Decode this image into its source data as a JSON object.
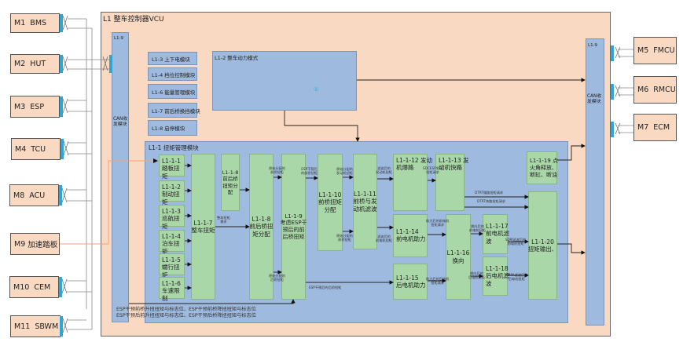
{
  "external_modules": {
    "left": [
      {
        "id": "M1",
        "name": "BMS"
      },
      {
        "id": "M2",
        "name": "HUT"
      },
      {
        "id": "M3",
        "name": "ESP"
      },
      {
        "id": "M4",
        "name": "TCU"
      },
      {
        "id": "M8",
        "name": "ACU"
      },
      {
        "id": "M9",
        "name": "加速踏板"
      },
      {
        "id": "M10",
        "name": "CEM"
      },
      {
        "id": "M11",
        "name": "SBWM"
      }
    ],
    "right": [
      {
        "id": "M5",
        "name": "FMCU"
      },
      {
        "id": "M6",
        "name": "RMCU"
      },
      {
        "id": "M7",
        "name": "ECM"
      }
    ]
  },
  "vcu": {
    "title": "L1   整车控制器VCU",
    "can_left": {
      "id": "L1-9",
      "label": "CAN收\n发模块"
    },
    "can_right": {
      "id": "L1-9",
      "label": "CAN收\n发模块"
    },
    "side_modules": [
      "L1-3  上下电模块",
      "L1-4  档位控制模块",
      "L1-6  能量管理模块",
      "L1-7  前后桥换挡模块",
      "L1-8  启停模块"
    ],
    "power_mode": {
      "title": "L1-2 整车动力模式",
      "marker": "①"
    },
    "torque_mgmt": {
      "title": "L1-1  扭矩管理模块",
      "inputs": [
        {
          "id": "L1-1-1",
          "label": "踏板扭矩"
        },
        {
          "id": "L1-1-2",
          "label": "制动扭矩"
        },
        {
          "id": "L1-1-3",
          "label": "巡航扭矩"
        },
        {
          "id": "L1-1-4",
          "label": "泊车扭矩"
        },
        {
          "id": "L1-1-5",
          "label": "蠕行扭矩"
        },
        {
          "id": "L1-1-6",
          "label": "车速限制"
        }
      ],
      "blocks": {
        "b7": "L1-1-7\n整车扭矩",
        "b8a": "L1-1-8\n前后桥\n扭矩分\n配",
        "b8b": "L1-1-8\n前后桥扭\n矩分配",
        "b9": "L1-1-9\n考虑ESP干\n预后的前\n后桥扭矩",
        "b10": "L1-1-10\n前桥扭矩\n分配",
        "b11": "L1-1-11\n前桥与发\n动机滤波",
        "b12": "L1-1-12 发动\n机爆路",
        "b13": "L1-1-13 发\n动机快路",
        "b14": "L1-1-14\n前电机助力",
        "b15": "L1-1-15\n后电机助力",
        "b16": "L1-1-16\n换向",
        "b17": "L1-1-17\n前电机滤\n波",
        "b18": "L1-1-18\n后电机滤\n波",
        "b19": "L1-1-19 点\n火角释放、\n断缸、断油",
        "b20": "L1-1-20\n扭矩输出、"
      },
      "signals": {
        "vehicle_torque_req": "整车扭矩\n需求",
        "front_dist_orig": "原始分配的\n前桥扭矩",
        "rear_dist_orig": "原始分配的\n后桥扭矩",
        "esp_front": "ESP干预后\n的前桥扭矩",
        "esp_rear": "ESP干预后的后桥扭矩",
        "engine_dist": "原始分配的\n发动机扭矩",
        "front_motor_dist": "原始分配的\n前桥扭矩",
        "engine_filtered": "滤波后的\n发动机扭矩",
        "front_motor_filtered": "滤波后的\n前电机扭矩",
        "sdc_esp": "SDCESP发动\n扭矩请求",
        "dtrt_slow": "DTRT慢路扭矩请求",
        "dtrt_fast": "DTRT快路扭矩请求",
        "assist_front": "助力后的前电机\n扭矩请求",
        "assist_rear": "助力后的后电机\n扭矩请求",
        "dir_front": "换向后的\n前电机扭矩",
        "dir_rear": "换向后的\n后电机扭矩",
        "front_filtered_out": "SDM滤波后的\n前电机扭矩",
        "rear_filtered_out": "RMPA滤波后的\n后电机扭矩"
      },
      "footer": [
        "ESP干预前桥升扭扭矩与标志位、ESP干预前桥降扭扭矩与标志位",
        "ESP干预后前升扭扭矩与标志位、ESP干预后桥降扭扭矩与标志位"
      ]
    }
  },
  "colors": {
    "module_fill": "#fad9c3",
    "block_blue": "#9fbadf",
    "block_green": "#a9d7a8",
    "connector": "#2fa6d6",
    "pedal_line": "#f4a27a"
  }
}
